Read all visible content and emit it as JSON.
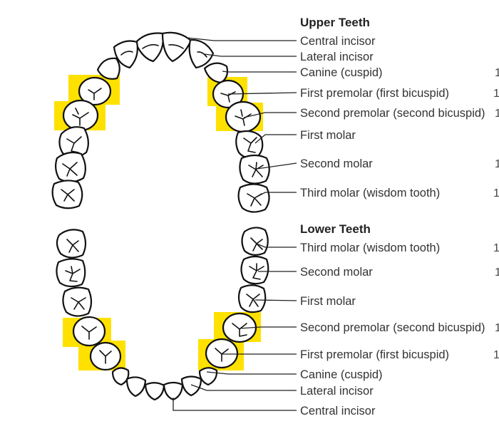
{
  "upper": {
    "title": "Upper Teeth",
    "labels": [
      "Central incisor",
      "Lateral incisor",
      "Canine (cuspid)",
      "First premolar (first bicuspid)",
      "Second premolar (second bicuspid)",
      "First molar",
      "Second molar",
      "Third molar (wisdom tooth)"
    ],
    "cut_off_glyphs": [
      "",
      "",
      "1",
      "1",
      "1",
      "",
      "1",
      "1"
    ]
  },
  "lower": {
    "title": "Lower Teeth",
    "labels": [
      "Third molar (wisdom tooth)",
      "Second molar",
      "First molar",
      "Second premolar (second bicuspid)",
      "First premolar (first bicuspid)",
      "Canine (cuspid)",
      "Lateral incisor",
      "Central incisor"
    ],
    "cut_off_glyphs": [
      "1",
      "1",
      "",
      "1",
      "1",
      "",
      "",
      ""
    ]
  },
  "colors": {
    "highlight": "#ffe100",
    "outline": "#111111",
    "text": "#333333"
  }
}
